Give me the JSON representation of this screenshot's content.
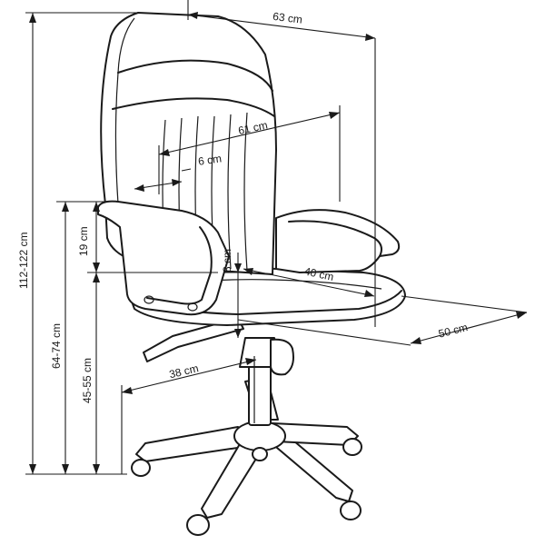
{
  "figure": {
    "description_free": true,
    "dimensions": {
      "width_total": "63 cm",
      "backrest_width": "61 cm",
      "backrest_thickness": "6 cm",
      "armrest_height": "19 cm",
      "seat_thickness": "8 cm",
      "seat_depth": "40 cm",
      "seat_width": "50 cm",
      "base_radius": "38 cm",
      "total_height": "112-122 cm",
      "armrest_floor_height": "64-74 cm",
      "seat_height": "45-55 cm"
    }
  }
}
